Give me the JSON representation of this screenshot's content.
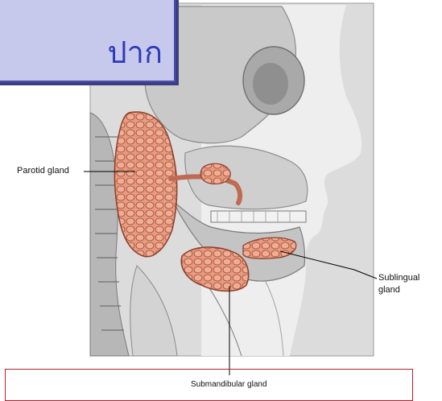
{
  "title": "ปาก",
  "labels": {
    "parotid": "Parotid gland",
    "sublingual_line1": "Sublingual",
    "sublingual_line2": "gland",
    "submandibular": "Submandibular gland"
  },
  "colors": {
    "title_box_bg": "#c6c9ec",
    "title_box_border": "#4b4fa8",
    "title_text": "#2f3ab8",
    "gland": "#e79a7e",
    "caption_border": "#b3202a"
  }
}
